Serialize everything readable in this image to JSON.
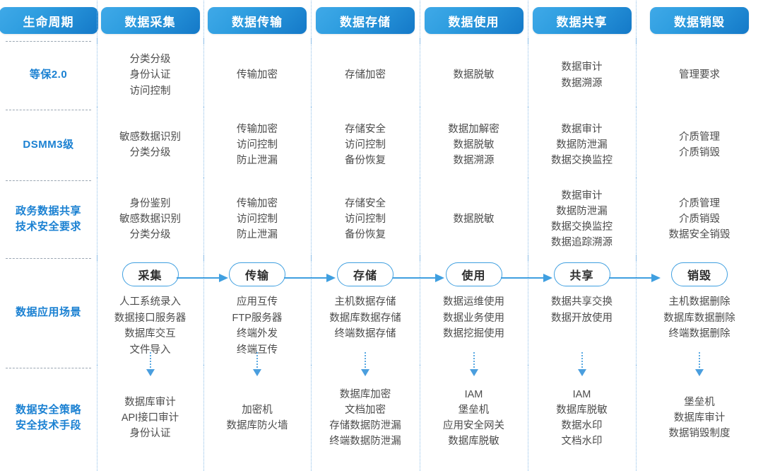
{
  "colors": {
    "header_pill_from": "#3fa9e8",
    "header_pill_to": "#1479c8",
    "row_label": "#1b81d2",
    "body_text": "#4c4c4c",
    "accent_blue": "#3f9fe0",
    "col_divider": "#8fbfe8",
    "row_divider": "#9aa6b2"
  },
  "header": {
    "cells": [
      "生命周期",
      "数据采集",
      "数据传输",
      "数据存储",
      "数据使用",
      "数据共享",
      "数据销毁"
    ]
  },
  "rows": [
    {
      "label": "等保2.0",
      "cells": [
        [
          "分类分级",
          "身份认证",
          "访问控制"
        ],
        [
          "传输加密"
        ],
        [
          "存储加密"
        ],
        [
          "数据脱敏"
        ],
        [
          "数据审计",
          "数据溯源"
        ],
        [
          "管理要求"
        ]
      ]
    },
    {
      "label": "DSMM3级",
      "cells": [
        [
          "敏感数据识别",
          "分类分级"
        ],
        [
          "传输加密",
          "访问控制",
          "防止泄漏"
        ],
        [
          "存储安全",
          "访问控制",
          "备份恢复"
        ],
        [
          "数据加解密",
          "数据脱敏",
          "数据溯源"
        ],
        [
          "数据审计",
          "数据防泄漏",
          "数据交换监控"
        ],
        [
          "介质管理",
          "介质销毁"
        ]
      ]
    },
    {
      "label": "政务数据共享\n技术安全要求",
      "label_lines": [
        "政务数据共享",
        "技术安全要求"
      ],
      "cells": [
        [
          "身份鉴别",
          "敏感数据识别",
          "分类分级"
        ],
        [
          "传输加密",
          "访问控制",
          "防止泄漏"
        ],
        [
          "存储安全",
          "访问控制",
          "备份恢复"
        ],
        [
          "数据脱敏"
        ],
        [
          "数据审计",
          "数据防泄漏",
          "数据交换监控",
          "数据追踪溯源"
        ],
        [
          "介质管理",
          "介质销毁",
          "数据安全销毁"
        ]
      ]
    }
  ],
  "stage_row": {
    "label": "数据应用场景",
    "stages": [
      {
        "pill": "采集",
        "items": [
          "人工系统录入",
          "数据接口服务器",
          "数据库交互",
          "文件导入"
        ],
        "arrow_to_next": true
      },
      {
        "pill": "传输",
        "items": [
          "应用互传",
          "FTP服务器",
          "终端外发",
          "终端互传"
        ],
        "arrow_to_next": true
      },
      {
        "pill": "存储",
        "items": [
          "主机数据存储",
          "数据库数据存储",
          "终端数据存储"
        ],
        "arrow_to_next": true
      },
      {
        "pill": "使用",
        "items": [
          "数据运维使用",
          "数据业务使用",
          "数据挖掘使用"
        ],
        "arrow_to_next": true
      },
      {
        "pill": "共享",
        "items": [
          "数据共享交换",
          "数据开放使用"
        ],
        "arrow_to_next": true
      },
      {
        "pill": "销毁",
        "items": [
          "主机数据删除",
          "数据库数据删除",
          "终端数据删除"
        ],
        "arrow_to_next": false
      }
    ]
  },
  "tech_row": {
    "label_lines": [
      "数据安全策略",
      "安全技术手段"
    ],
    "cells": [
      [
        "数据库审计",
        "API接口审计",
        "身份认证"
      ],
      [
        "加密机",
        "数据库防火墙"
      ],
      [
        "数据库加密",
        "文档加密",
        "存储数据防泄漏",
        "终端数据防泄漏"
      ],
      [
        "IAM",
        "堡垒机",
        "应用安全网关",
        "数据库脱敏"
      ],
      [
        "IAM",
        "数据库脱敏",
        "数据水印",
        "文档水印"
      ],
      [
        "堡垒机",
        "数据库审计",
        "数据销毁制度"
      ]
    ]
  }
}
